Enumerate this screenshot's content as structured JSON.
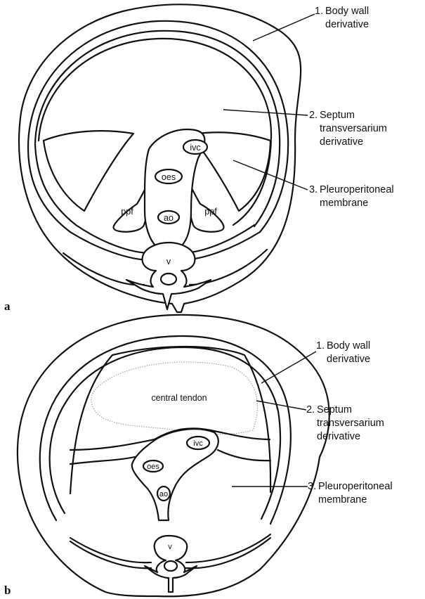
{
  "panel_a": {
    "letter": "a",
    "labels": [
      {
        "number": "1.",
        "line1": "Body wall",
        "line2": "derivative",
        "line3": ""
      },
      {
        "number": "2.",
        "line1": "Septum",
        "line2": "transversarium",
        "line3": "derivative"
      },
      {
        "number": "3.",
        "line1": "Pleuroperitoneal",
        "line2": "membrane",
        "line3": ""
      }
    ],
    "structures": {
      "ivc": "ivc",
      "oes": "oes",
      "ao": "ao",
      "ppf_left": "ppf",
      "ppf_right": "ppf",
      "vertebra": "v"
    }
  },
  "panel_b": {
    "letter": "b",
    "labels": [
      {
        "number": "1.",
        "line1": "Body wall",
        "line2": "derivative",
        "line3": ""
      },
      {
        "number": "2.",
        "line1": "Septum",
        "line2": "transversarium",
        "line3": "derivative"
      },
      {
        "number": "3.",
        "line1": "Pleuroperitoneal",
        "line2": "membrane",
        "line3": ""
      }
    ],
    "structures": {
      "central_tendon": "central tendon",
      "ivc": "ivc",
      "oes": "oes",
      "ao": "ao",
      "vertebra": "v"
    }
  }
}
